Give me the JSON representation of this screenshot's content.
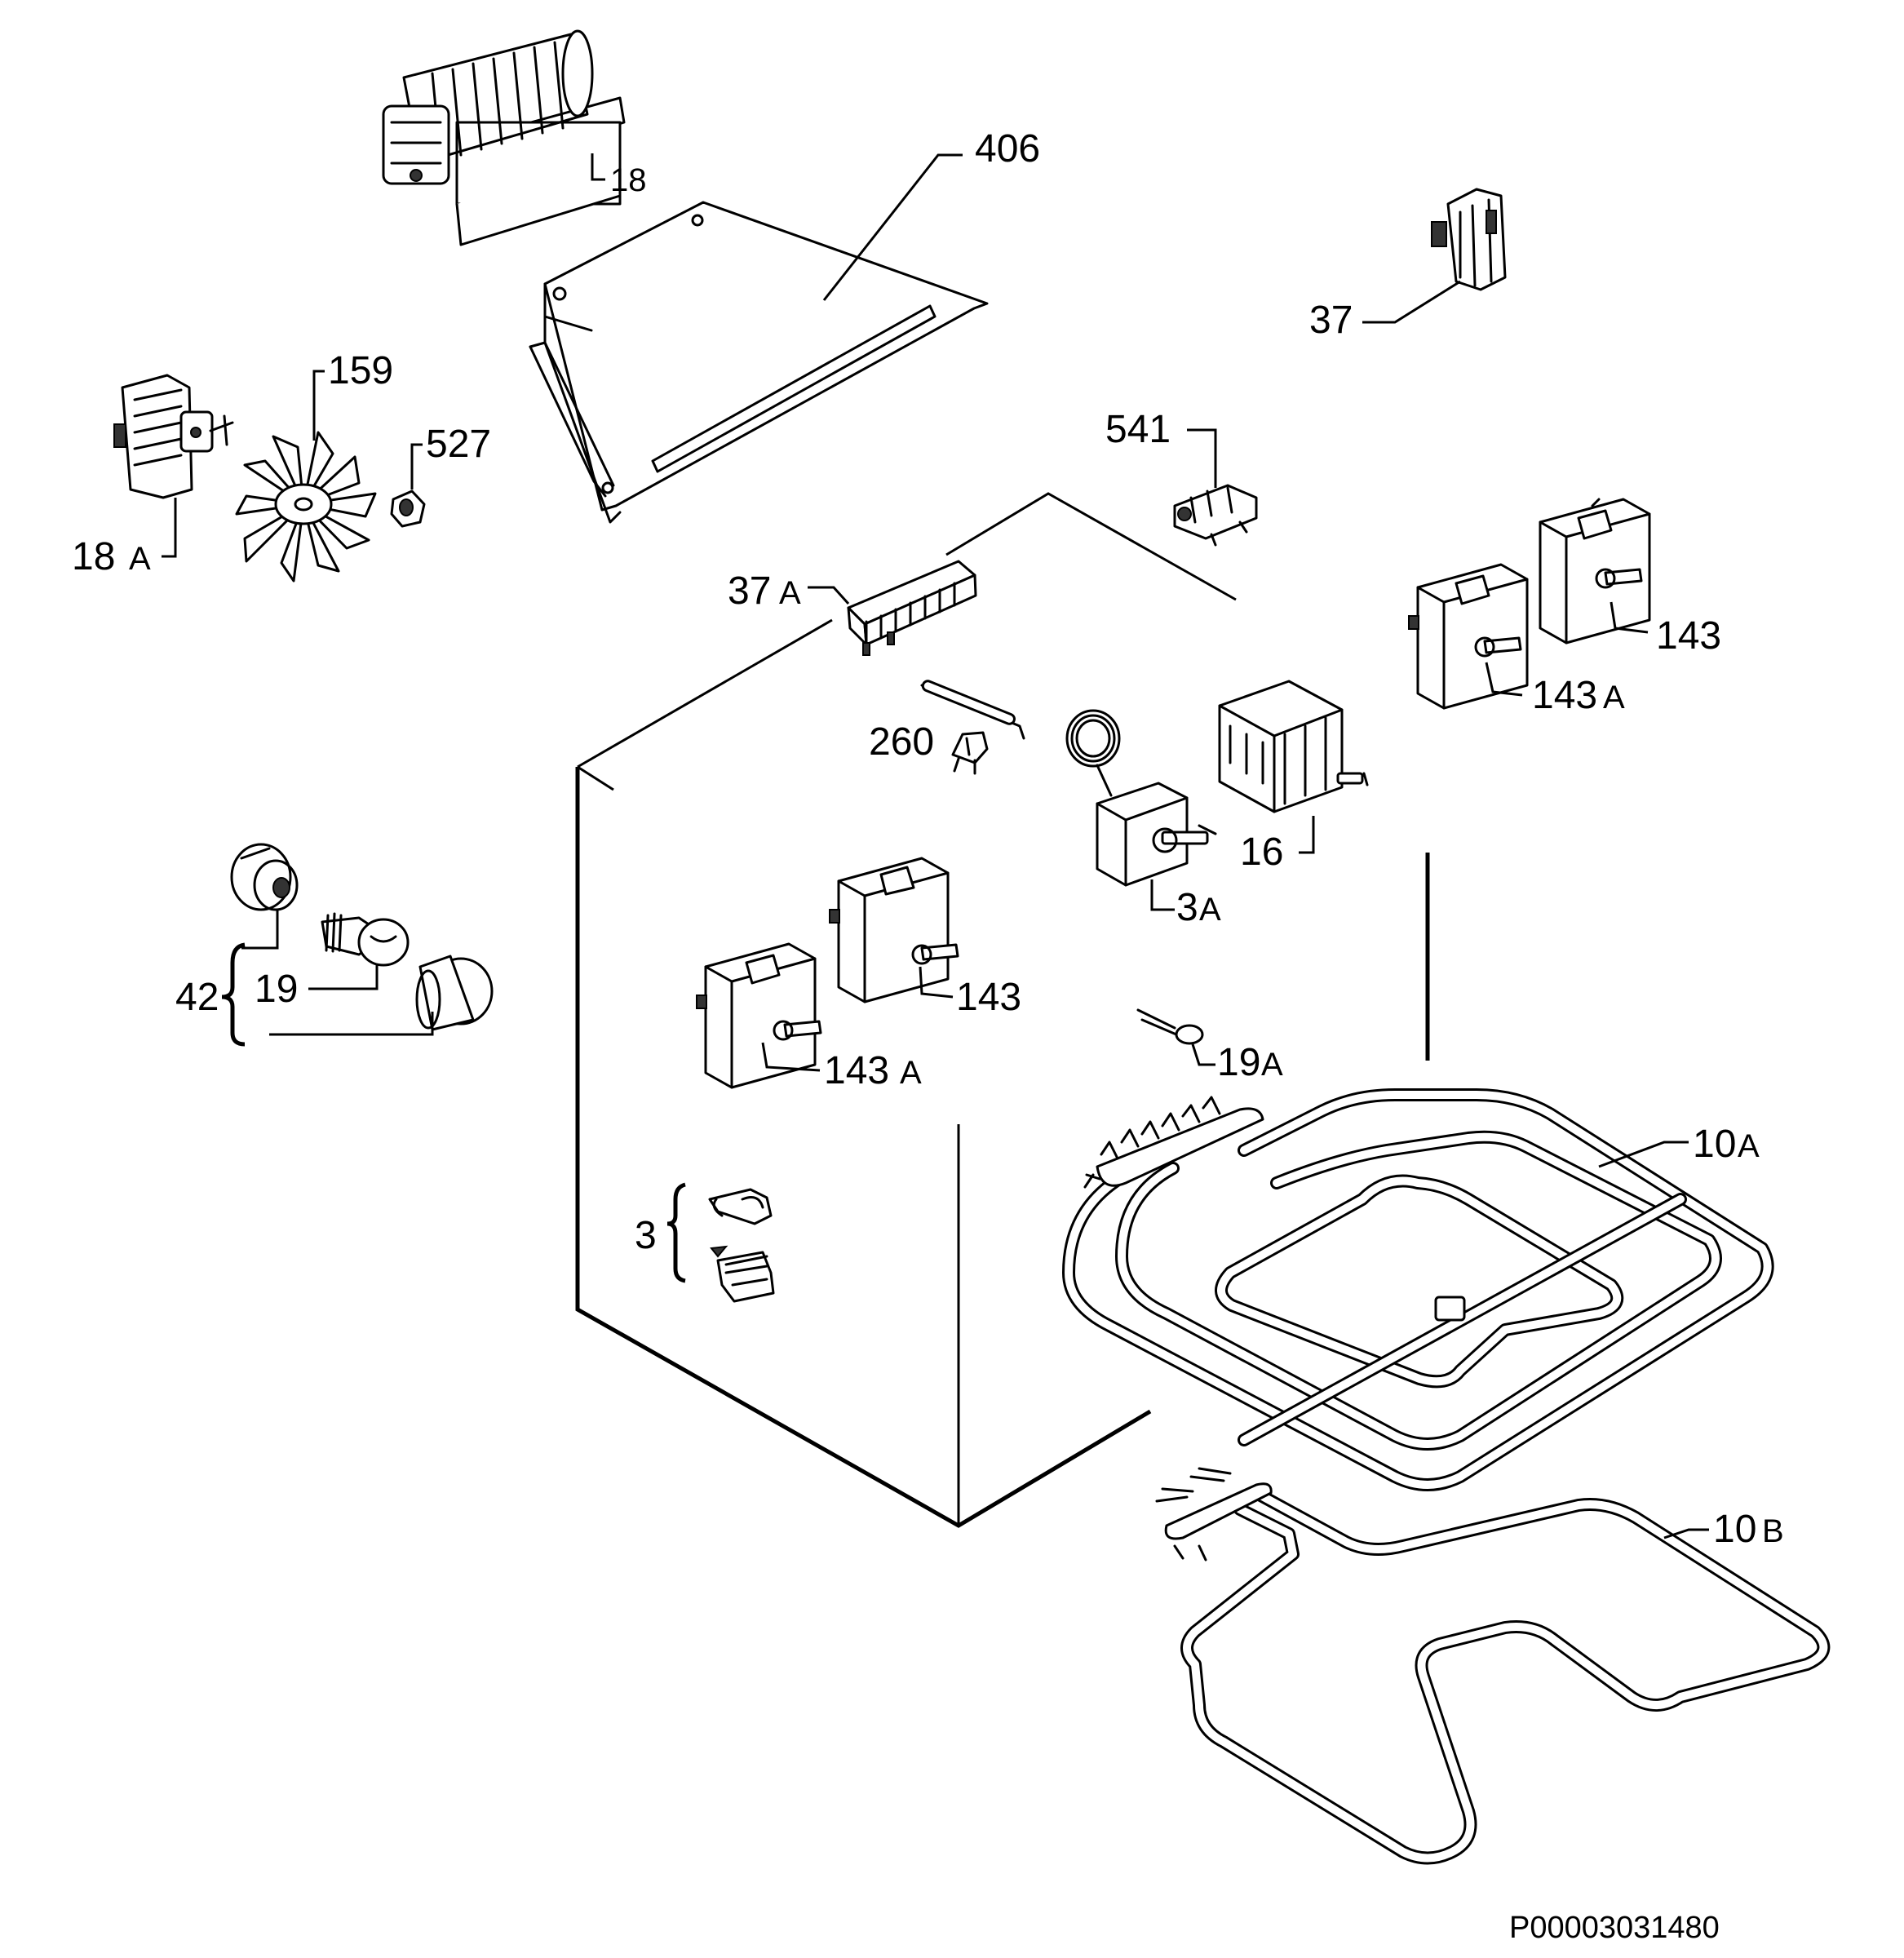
{
  "labels": {
    "p18": "18",
    "p406": "406",
    "p37": "37",
    "p159": "159",
    "p527": "527",
    "p18a_num": "18",
    "p18a_suf": "A",
    "p541": "541",
    "p37a_num": "37",
    "p37a_suf": "A",
    "p143_right": "143",
    "p143a_right_num": "143",
    "p143a_right_suf": "A",
    "p260": "260",
    "p16": "16",
    "p3a_num": "3",
    "p3a_suf": "A",
    "p42": "42",
    "p19": "19",
    "p143_center": "143",
    "p143a_center_num": "143",
    "p143a_center_suf": "A",
    "p19a_num": "19",
    "p19a_suf": "A",
    "p10a_num": "10",
    "p10a_suf": "A",
    "p3": "3",
    "p10b_num": "10",
    "p10b_suf": "B"
  },
  "document_id": "P00003031480"
}
